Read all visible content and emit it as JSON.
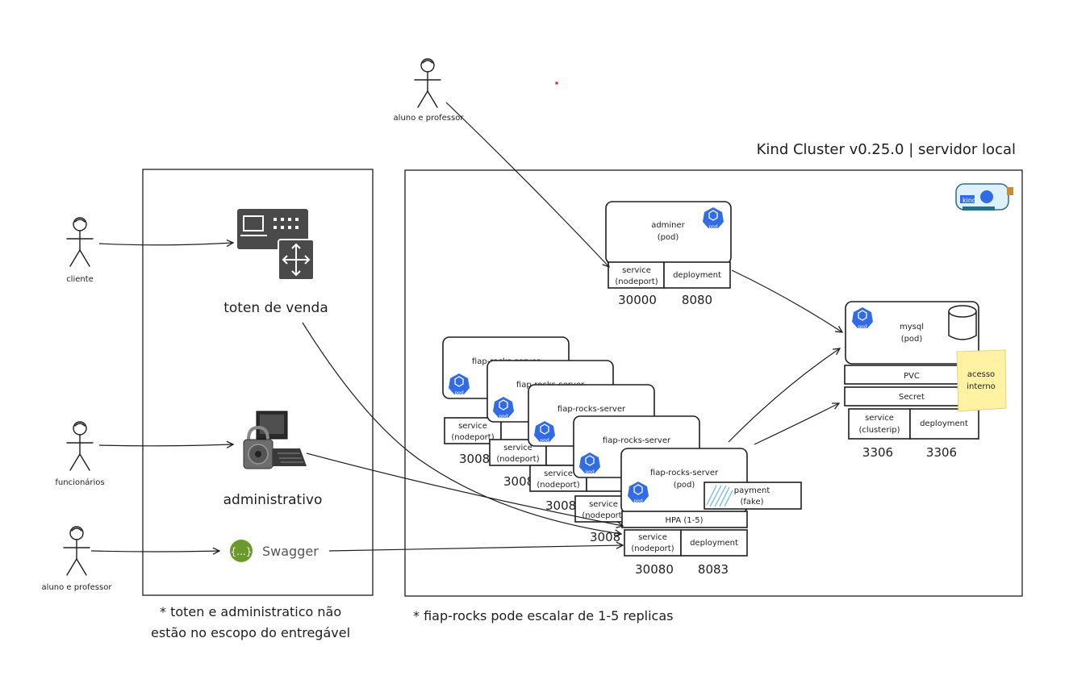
{
  "cluster_title": "Kind Cluster v0.25.0 | servidor local",
  "actors": {
    "cliente": "cliente",
    "funcionarios": "funcionários",
    "aluno_top": "aluno e professor",
    "aluno_bottom": "aluno e professor"
  },
  "left_panel": {
    "toten": "toten de venda",
    "administrativo": "administrativo",
    "swagger": "Swagger",
    "swagger_icon": "{...}"
  },
  "adminer": {
    "name": "adminer",
    "kind": "(pod)",
    "service": "service",
    "service_type": "(nodeport)",
    "deployment": "deployment",
    "port1": "30000",
    "port2": "8080"
  },
  "mysql": {
    "name": "mysql",
    "kind": "(pod)",
    "pvc": "PVC",
    "secret": "Secret",
    "service": "service",
    "service_type": "(clusterip)",
    "deployment": "deployment",
    "port1": "3306",
    "port2": "3306"
  },
  "note": {
    "line1": "acesso",
    "line2": "interno"
  },
  "fiap": {
    "name": "fiap-rocks-server",
    "kind": "(pod)",
    "service": "service",
    "service_type": "(nodeport)",
    "deployment": "deployment",
    "hpa": "HPA (1-5)",
    "payment": "payment",
    "payment_sub": "(fake)",
    "port1": "30080",
    "port2": "8083",
    "replica_ports": [
      "3008",
      "3008",
      "3008",
      "3008"
    ]
  },
  "pod_badge": "pod",
  "kind_logo": "kind",
  "footnotes": {
    "left_line1": "* toten e administratico não",
    "left_line2": "estão no escopo do entregável",
    "right": "* fiap-rocks pode escalar de 1-5 replicas"
  }
}
